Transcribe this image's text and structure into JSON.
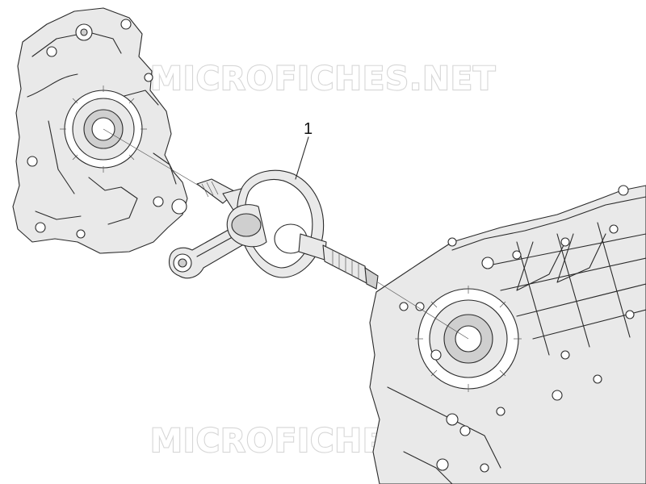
{
  "watermark": {
    "top": "MICROFICHES.NET",
    "bottom": "MICROFICHES.NET"
  },
  "callouts": [
    {
      "label": "1"
    }
  ],
  "colors": {
    "background": "#ffffff",
    "line": "#2a2a2a",
    "watermark_outline": "#d6d6d6"
  }
}
